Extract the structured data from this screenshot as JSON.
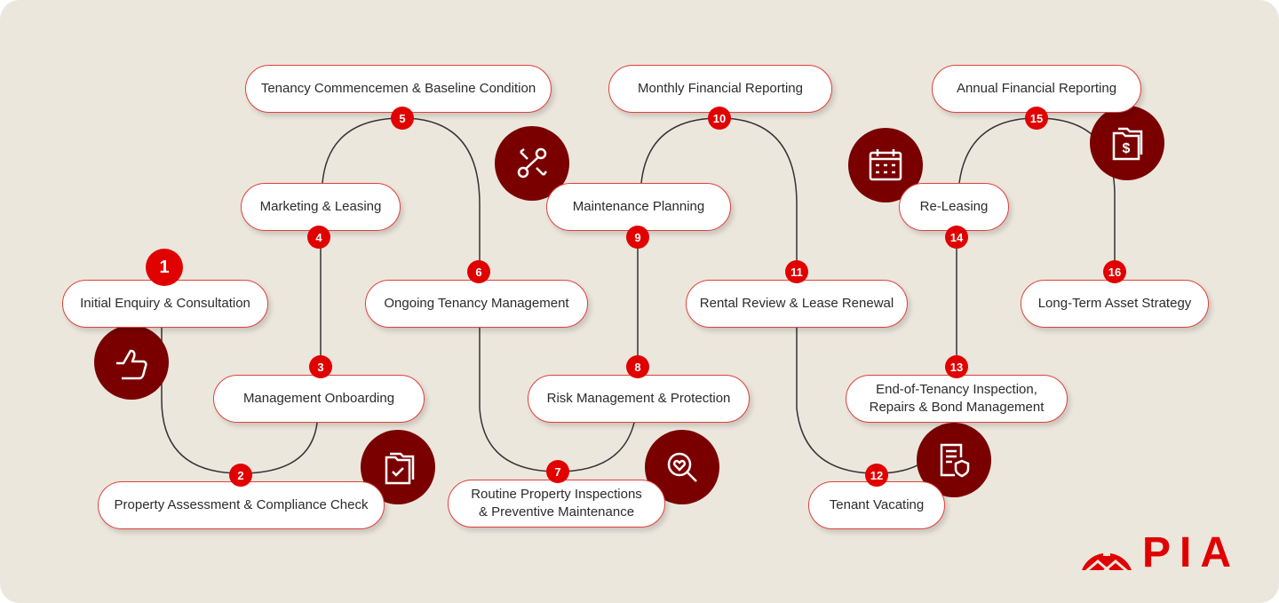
{
  "steps": [
    {
      "num": "1",
      "label": "Initial Enquiry & Consultation"
    },
    {
      "num": "2",
      "label": "Property Assessment & Compliance Check"
    },
    {
      "num": "3",
      "label": "Management Onboarding"
    },
    {
      "num": "4",
      "label": "Marketing & Leasing"
    },
    {
      "num": "5",
      "label": "Tenancy Commencemen & Baseline Condition"
    },
    {
      "num": "6",
      "label": "Ongoing Tenancy Management"
    },
    {
      "num": "7",
      "label": "Routine Property Inspections & Preventive Maintenance"
    },
    {
      "num": "8",
      "label": "Risk Management & Protection"
    },
    {
      "num": "9",
      "label": "Maintenance Planning"
    },
    {
      "num": "10",
      "label": "Monthly Financial Reporting"
    },
    {
      "num": "11",
      "label": "Rental Review & Lease Renewal"
    },
    {
      "num": "12",
      "label": "Tenant Vacating"
    },
    {
      "num": "13",
      "label": "End-of-Tenancy Inspection, Repairs & Bond Management"
    },
    {
      "num": "14",
      "label": "Re-Leasing"
    },
    {
      "num": "15",
      "label": "Annual Financial Reporting"
    },
    {
      "num": "16",
      "label": "Long-Term Asset Strategy"
    }
  ],
  "icons": [
    "thumbs-up",
    "folder-check",
    "wrench-tools",
    "search-heart",
    "calendar",
    "document-shield",
    "dollar-folder"
  ],
  "logo": {
    "text": "PIA"
  },
  "colors": {
    "accent": "#e00000",
    "icon_bg": "#7a0000",
    "background": "#ece7dd"
  }
}
